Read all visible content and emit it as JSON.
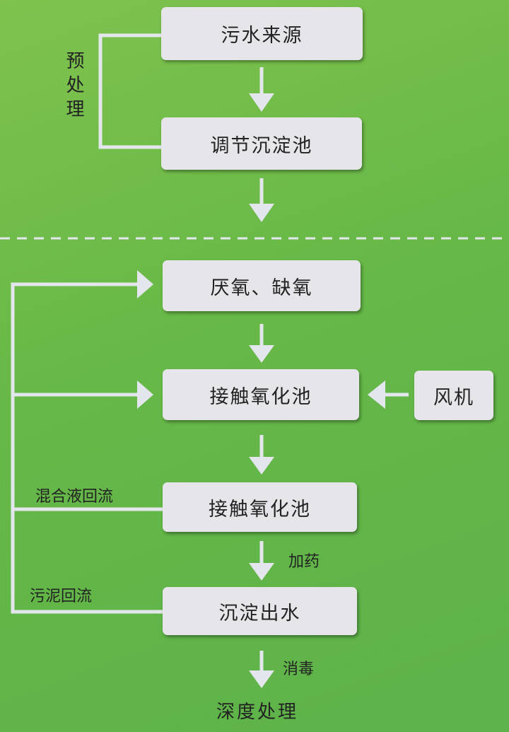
{
  "boxes": {
    "source": "污水来源",
    "regulating": "调节沉淀池",
    "anaerobic": "厌氧、缺氧",
    "contact1": "接触氧化池",
    "blower": "风机",
    "contact2": "接触氧化池",
    "settling": "沉淀出水"
  },
  "labels": {
    "pretreatment": "预处理",
    "mixed_return": "混合液回流",
    "sludge_return": "污泥回流",
    "dosing": "加药",
    "disinfection": "消毒",
    "advanced": "深度处理"
  },
  "colors": {
    "background": "#66b847",
    "box": "#e6e6ea",
    "line": "#e4e6ee"
  }
}
